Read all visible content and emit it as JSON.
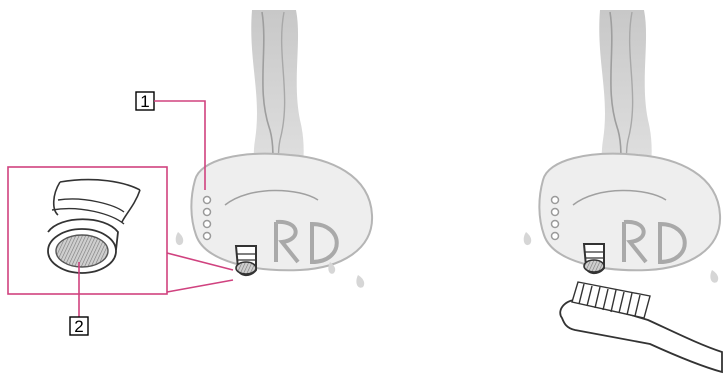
{
  "callouts": [
    {
      "label": "1"
    },
    {
      "label": "2"
    }
  ],
  "colors": {
    "callout_line": "#d0427f",
    "outline": "#333333",
    "water": "#bdbdbd",
    "mesh": "#8a8a8a"
  },
  "icons": [
    "earbud-left-illustration",
    "earbud-right-illustration",
    "nozzle-detail-icon",
    "toothbrush-icon",
    "water-stream-icon"
  ]
}
